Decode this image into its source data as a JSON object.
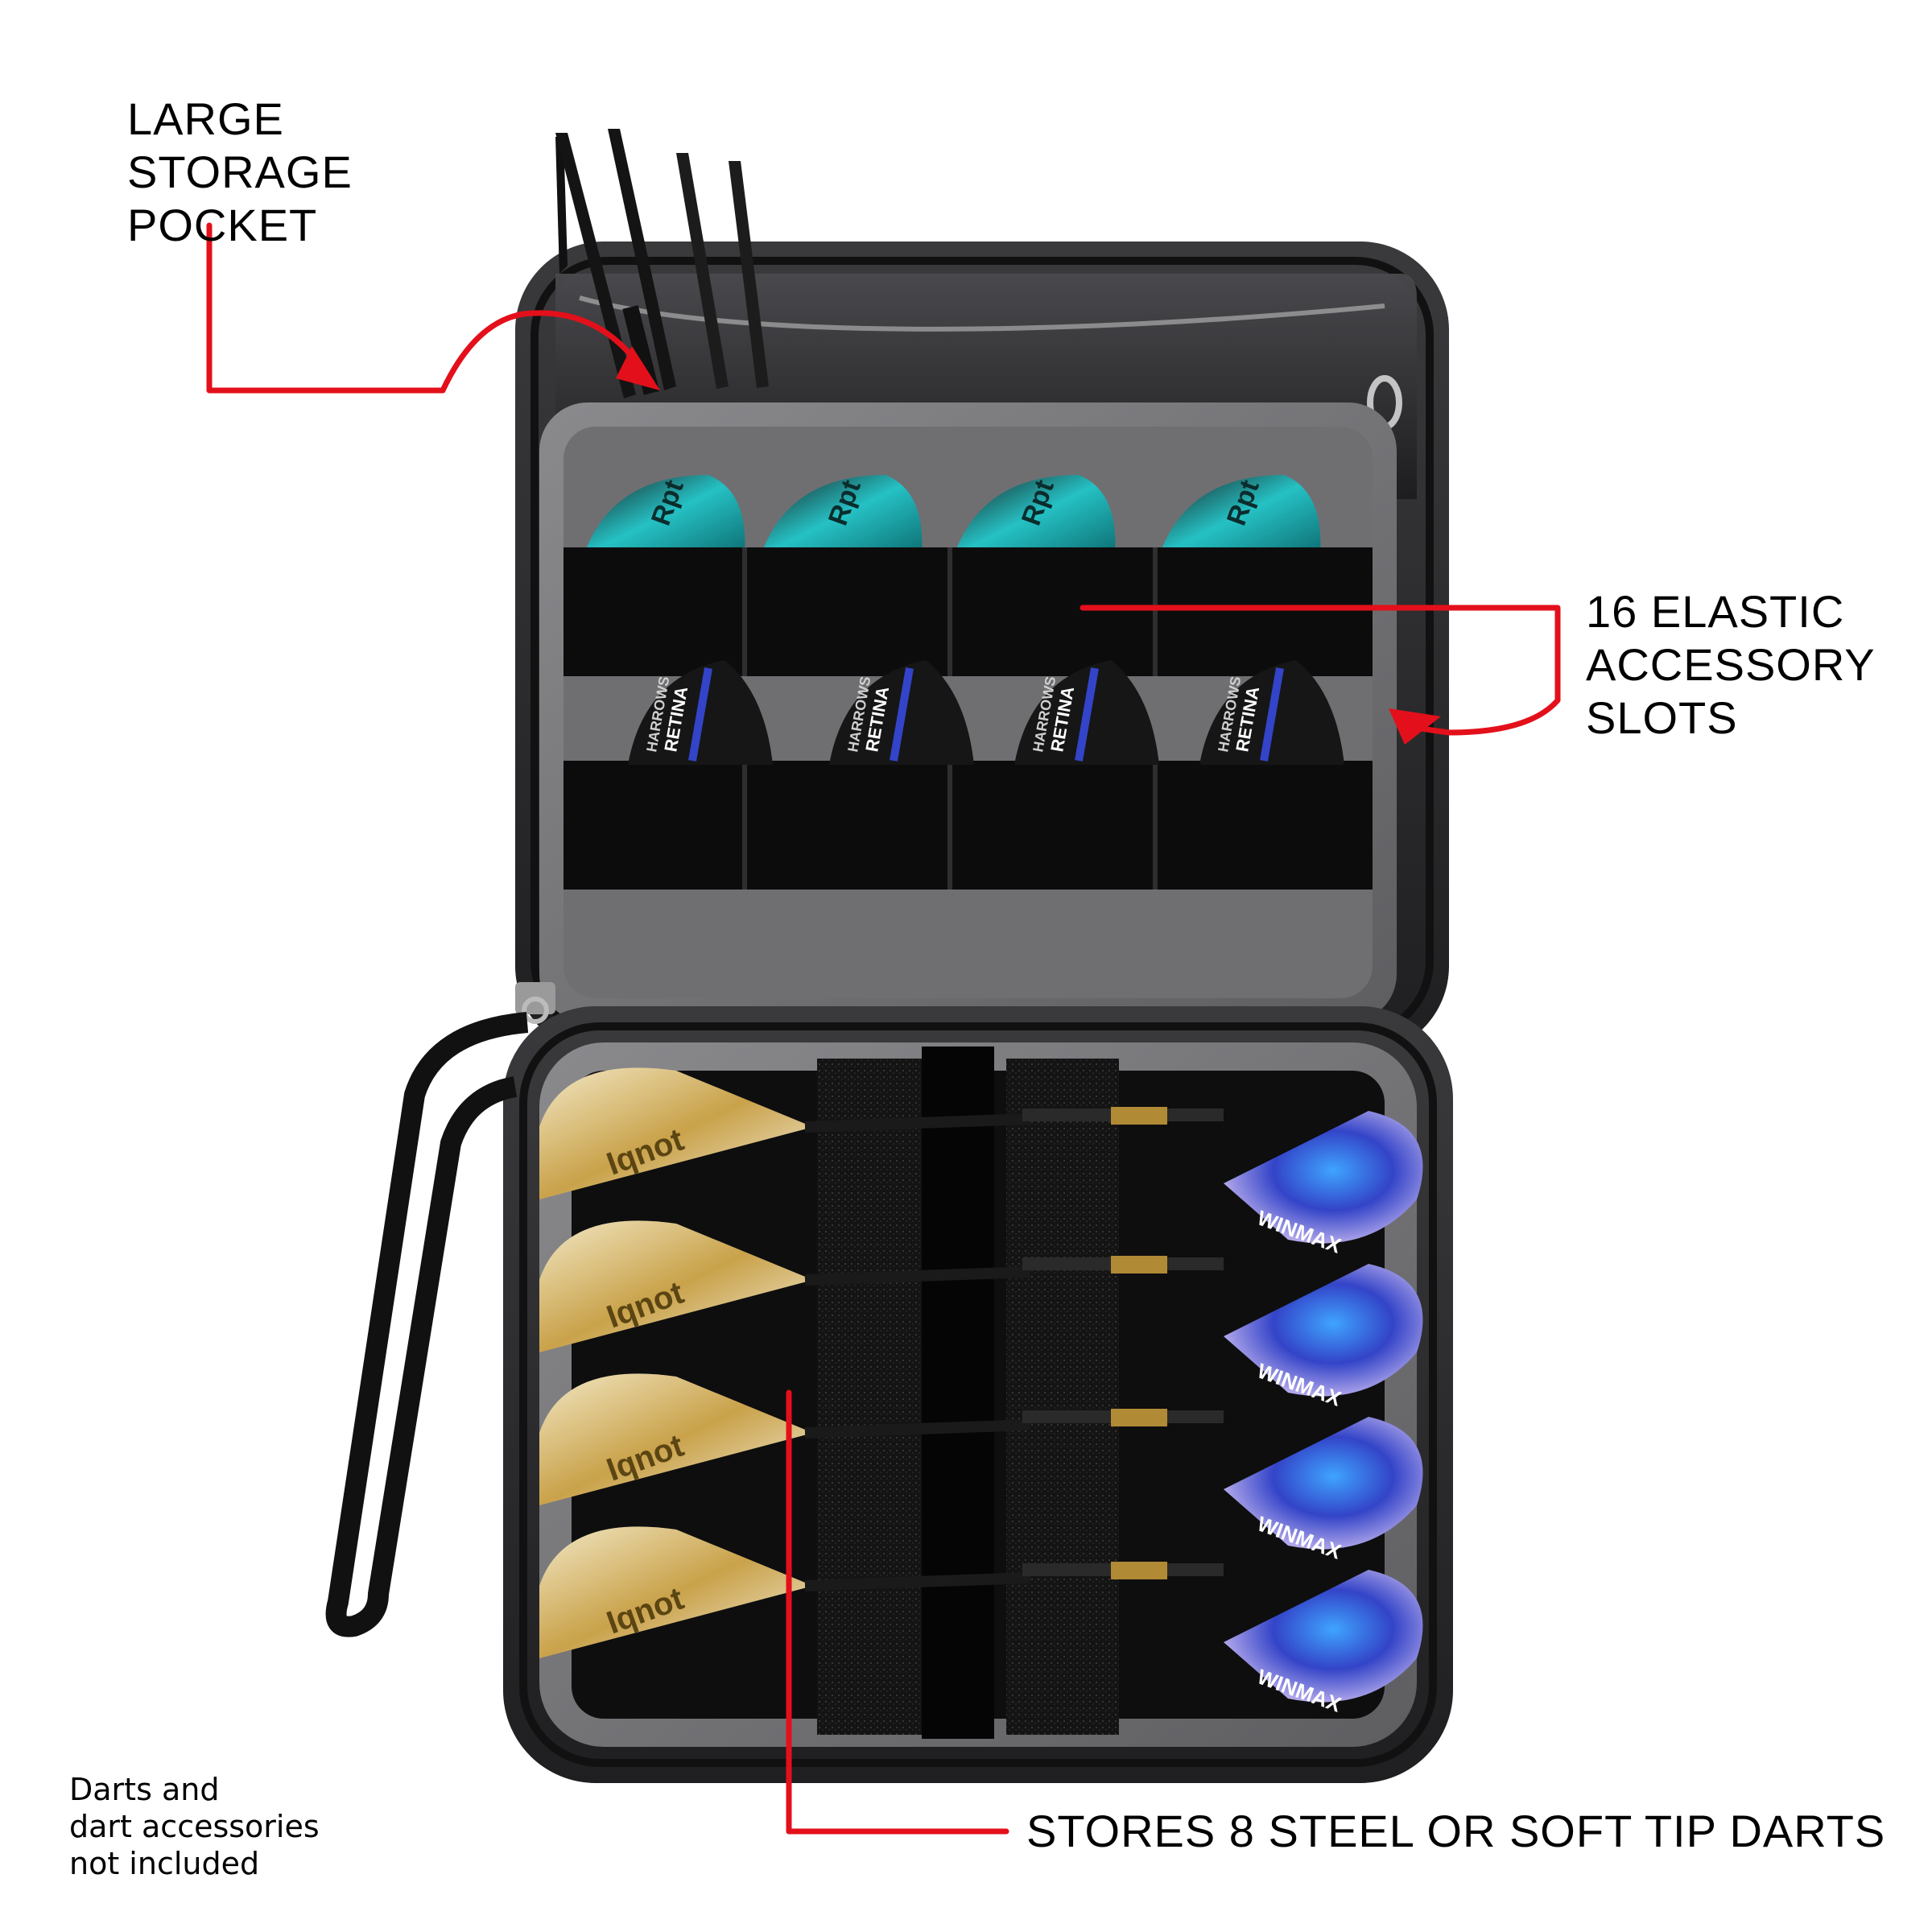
{
  "callouts": {
    "storage_pocket": [
      "LARGE",
      "STORAGE",
      "POCKET"
    ],
    "elastic_slots": [
      "16 ELASTIC",
      "ACCESSORY",
      "SLOTS"
    ],
    "darts_capacity": "STORES 8 STEEL OR SOFT TIP DARTS"
  },
  "disclaimer": [
    "Darts and",
    "dart accessories",
    "not included"
  ],
  "brand_marks": {
    "upper_flights": "Rpt",
    "lower_flights": [
      "HARROWS",
      "RETINA"
    ],
    "left_darts": "Iqnot",
    "right_darts": "WINMAX"
  },
  "colors": {
    "callout_arrow": "#e3101b",
    "case_shell": "#2b2b2d",
    "lining": "#7b7b7e",
    "elastic": "#0c0c0d",
    "teal_flight": "#25c1c4",
    "blue_flight": "#3344c8",
    "gold_flight": "#c9a24a",
    "purple_flight": "#6c4bd8"
  },
  "icons": [
    "arrow-icon",
    "dart-icon",
    "zipper-pull-icon"
  ]
}
